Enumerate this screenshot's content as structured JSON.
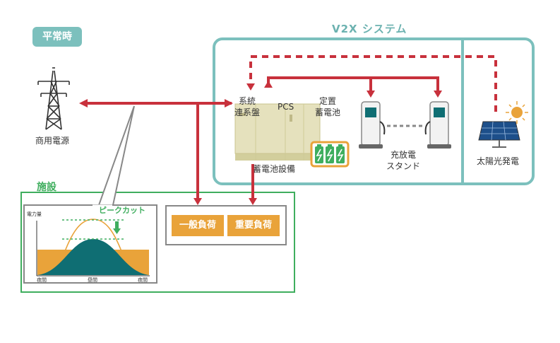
{
  "badge": "平常時",
  "v2x_title": "V2X システム",
  "facility_title": "施設",
  "labels": {
    "grid": "商用電源",
    "system_panel_line1": "系統",
    "system_panel_line2": "連系盤",
    "pcs": "PCS",
    "battery_line1": "定置",
    "battery_line2": "蓄電池",
    "storage_equipment": "蓄電池設備",
    "charger_line1": "充放電",
    "charger_line2": "スタンド",
    "solar": "太陽光発電"
  },
  "loads": [
    "一般負荷",
    "重要負荷"
  ],
  "graph": {
    "ylabel": "電力量",
    "peak_cut": "ピークカット",
    "x_ticks": [
      "夜間",
      "昼間",
      "夜間"
    ]
  },
  "colors": {
    "teal": "#6cb2b0",
    "green": "#3fae5e",
    "red": "#c8313c",
    "orange": "#e9a33a",
    "dark_teal": "#0f6e73"
  }
}
